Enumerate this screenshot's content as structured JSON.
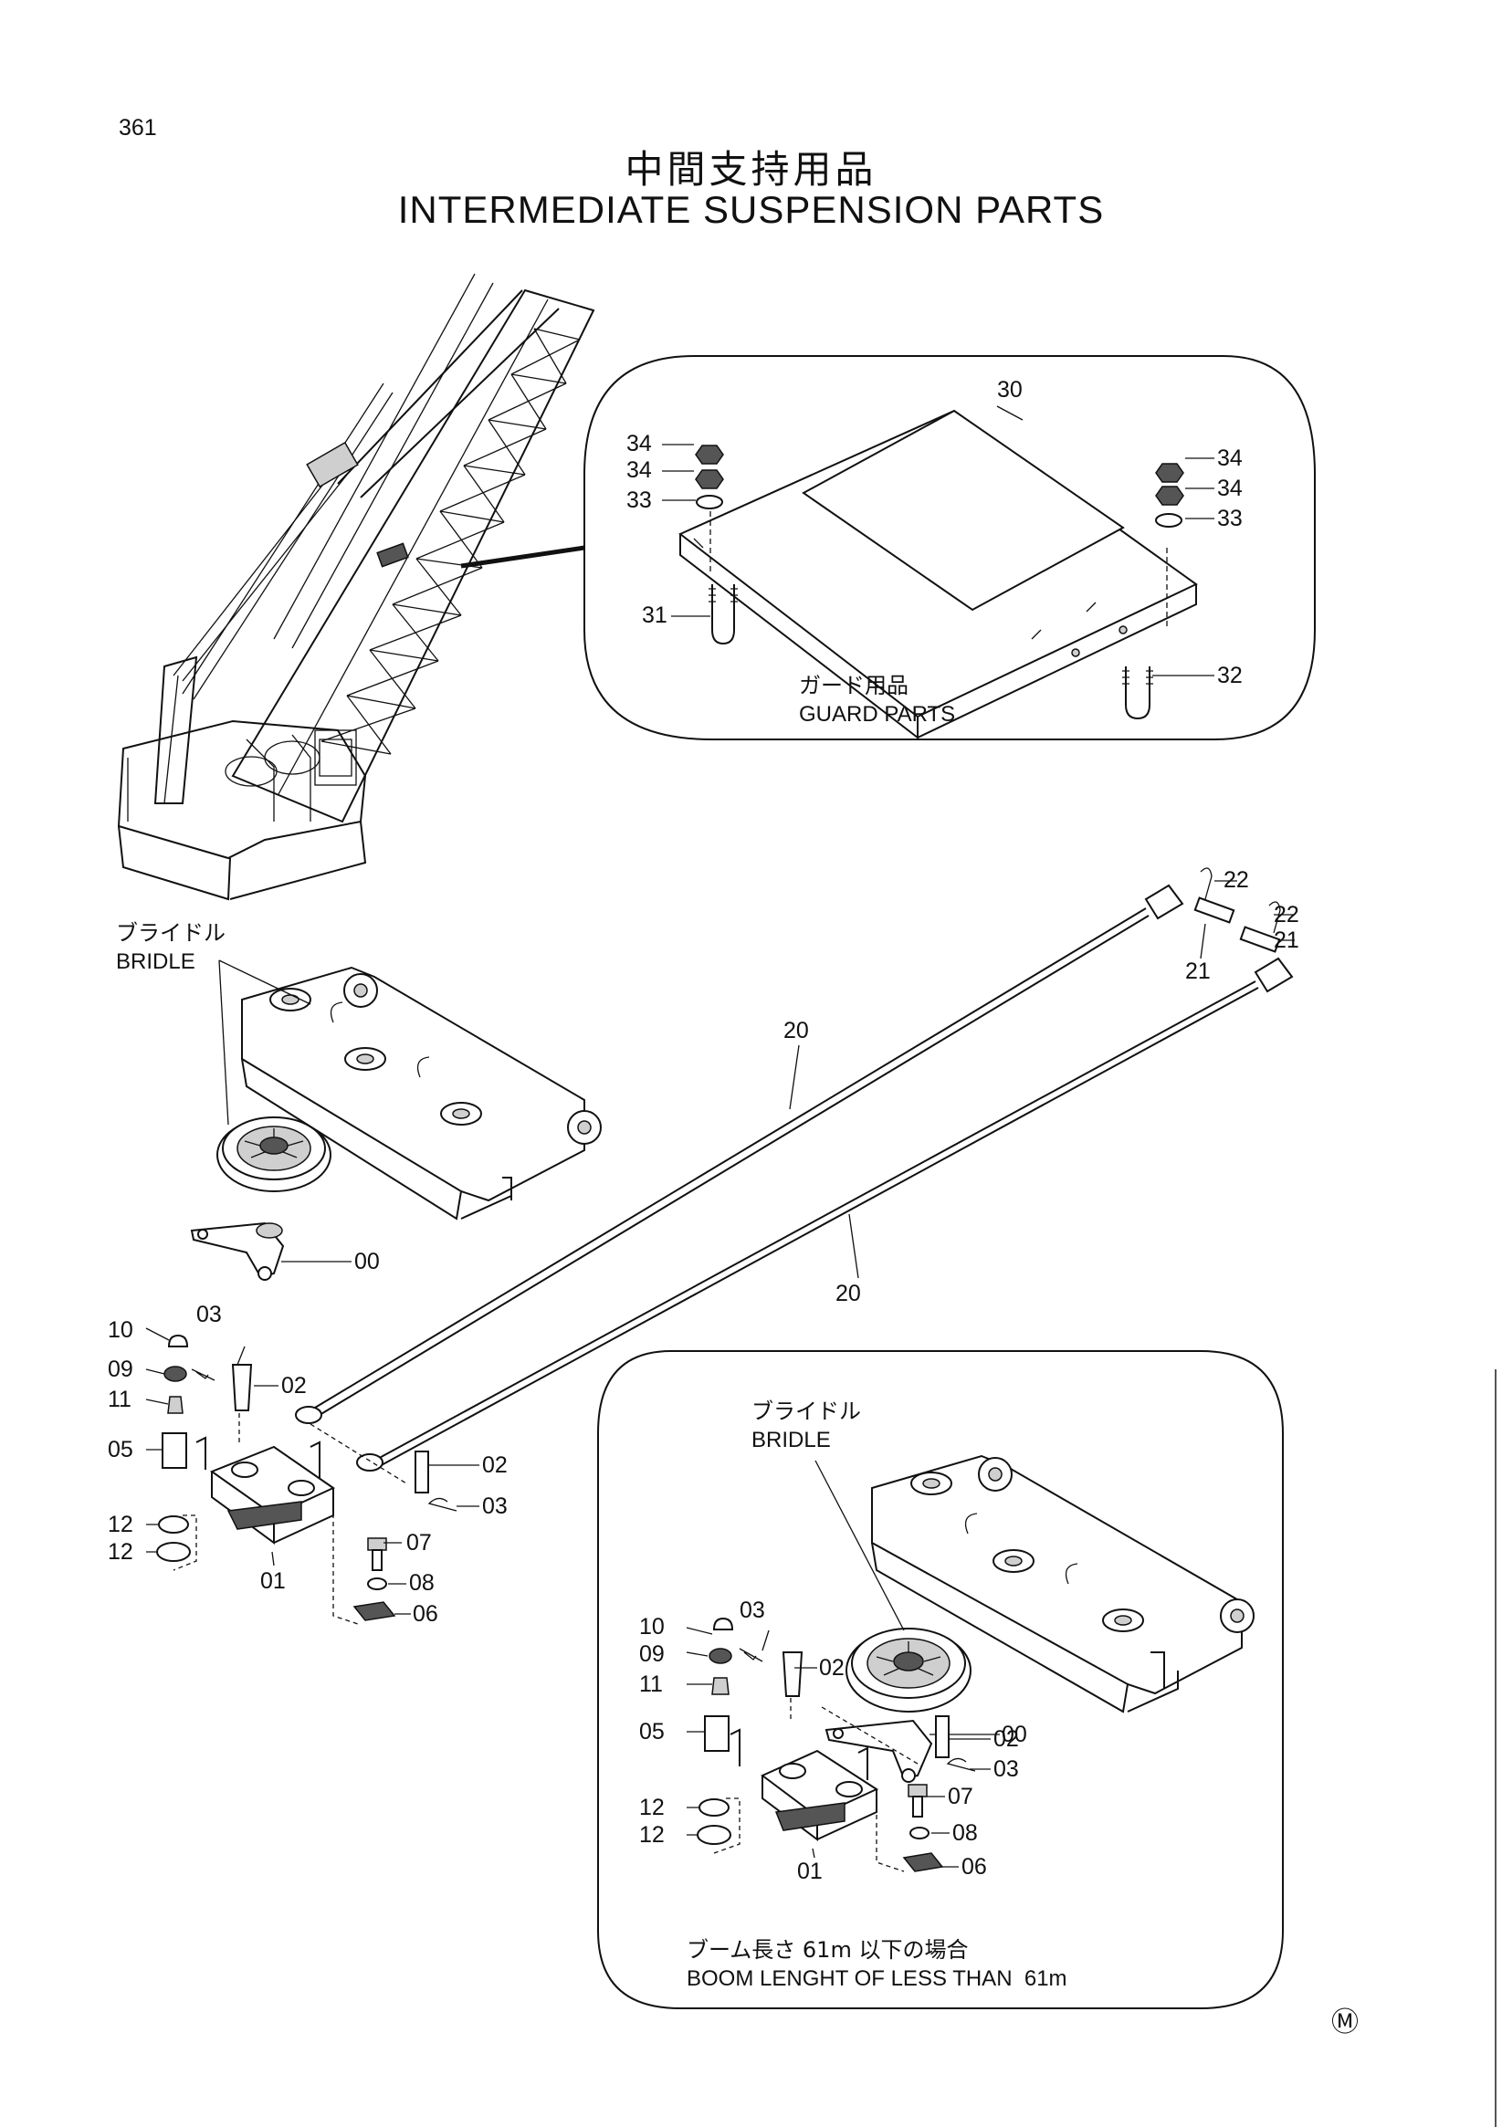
{
  "page": {
    "number": "361",
    "title_ja": "中間支持用品",
    "title_en": "INTERMEDIATE SUSPENSION PARTS"
  },
  "guard_callout": {
    "caption_ja": "ガード用品",
    "caption_en": "GUARD PARTS",
    "labels": [
      "30",
      "34",
      "34",
      "33",
      "31",
      "34",
      "34",
      "33",
      "32"
    ]
  },
  "main_assembly": {
    "bridle_ja": "ブライドル",
    "bridle_en": "BRIDLE",
    "labels": [
      "22",
      "22",
      "21",
      "21",
      "20",
      "20",
      "00",
      "10",
      "03",
      "09",
      "02",
      "11",
      "05",
      "02",
      "03",
      "12",
      "07",
      "12",
      "08",
      "01",
      "06"
    ]
  },
  "inset_assembly": {
    "bridle_ja": "ブライドル",
    "bridle_en": "BRIDLE",
    "caption_ja": "ブーム長さ 61m 以下の場合",
    "caption_en": "BOOM LENGHT OF LESS THAN  61m",
    "labels": [
      "10",
      "03",
      "09",
      "02",
      "11",
      "00",
      "05",
      "02",
      "03",
      "12",
      "07",
      "12",
      "08",
      "01",
      "06"
    ]
  },
  "corner_mark": "Ⓜ"
}
